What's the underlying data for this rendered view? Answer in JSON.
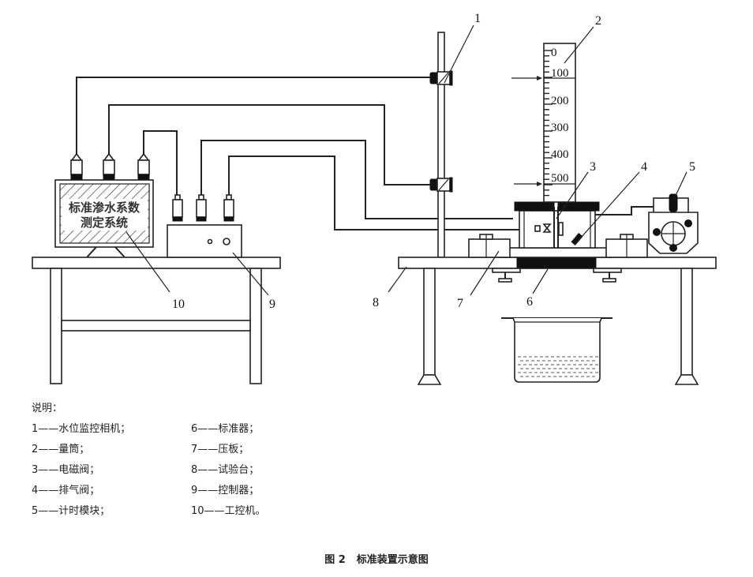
{
  "figure": {
    "caption_number": "图 2",
    "caption_title": "标准装置示意图"
  },
  "screen": {
    "line1": "标准渗水系数",
    "line2": "测定系统"
  },
  "cylinder_scale": [
    "0",
    "100",
    "200",
    "300",
    "400",
    "500"
  ],
  "callouts": [
    "1",
    "2",
    "3",
    "4",
    "5",
    "6",
    "7",
    "8",
    "9",
    "10"
  ],
  "legend": {
    "title": "说明：",
    "items": [
      {
        "num": "1",
        "label": "水位监控相机；"
      },
      {
        "num": "2",
        "label": "量筒；"
      },
      {
        "num": "3",
        "label": "电磁阀；"
      },
      {
        "num": "4",
        "label": "排气阀；"
      },
      {
        "num": "5",
        "label": "计时模块；"
      },
      {
        "num": "6",
        "label": "标准器；"
      },
      {
        "num": "7",
        "label": "压板；"
      },
      {
        "num": "8",
        "label": "试验台；"
      },
      {
        "num": "9",
        "label": "控制器；"
      },
      {
        "num": "10",
        "label": "工控机。"
      }
    ],
    "dash": "——"
  }
}
